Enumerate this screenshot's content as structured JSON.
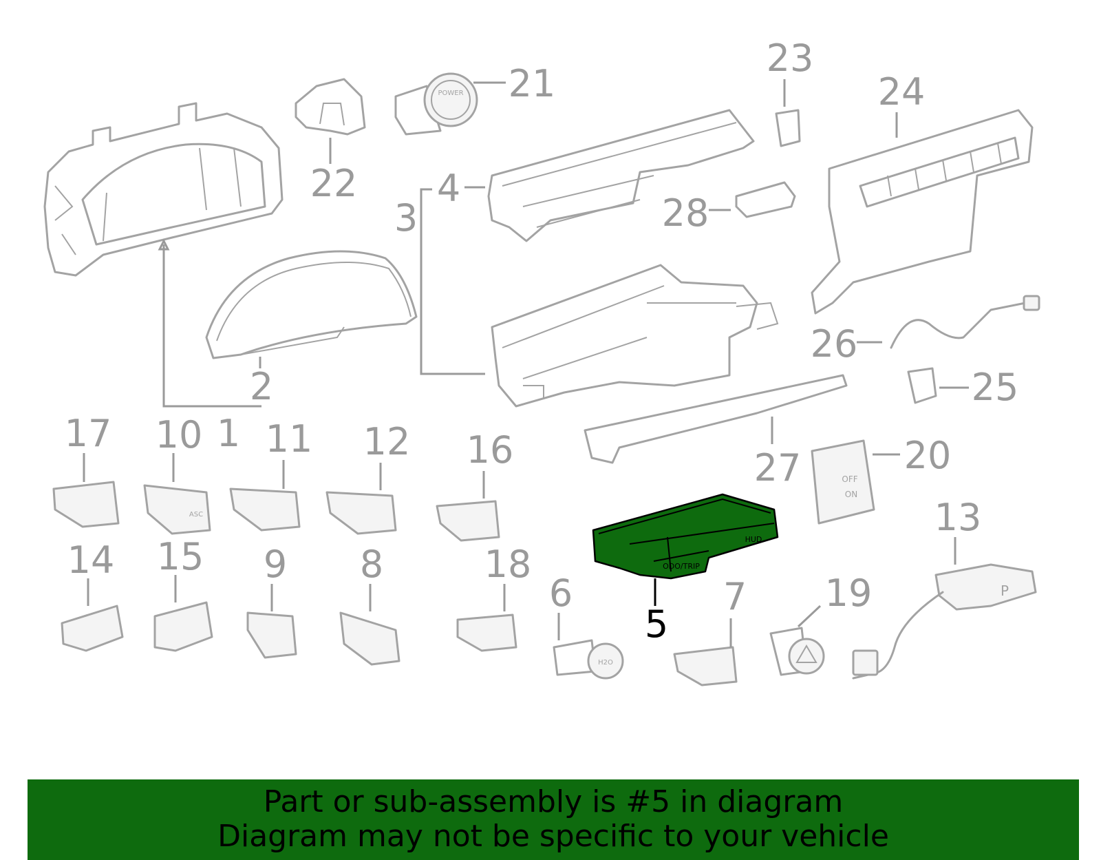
{
  "callouts": {
    "c1": "1",
    "c2": "2",
    "c3": "3",
    "c4": "4",
    "c5": "5",
    "c6": "6",
    "c7": "7",
    "c8": "8",
    "c9": "9",
    "c10": "10",
    "c11": "11",
    "c12": "12",
    "c13": "13",
    "c14": "14",
    "c15": "15",
    "c16": "16",
    "c17": "17",
    "c18": "18",
    "c19": "19",
    "c20": "20",
    "c21": "21",
    "c22": "22",
    "c23": "23",
    "c24": "24",
    "c25": "25",
    "c26": "26",
    "c27": "27",
    "c28": "28"
  },
  "highlight": {
    "part": "5",
    "color": "#0e6b0e"
  },
  "parts_text": {
    "power": "POWER",
    "asc": "ASC",
    "odo": "ODO/TRIP",
    "hud": "HUD",
    "off": "OFF",
    "on": "ON",
    "p": "P",
    "h2o": "H2O"
  },
  "footer": {
    "line1": "Part or sub-assembly is #5 in diagram",
    "line2": "Diagram may not be specific to your vehicle",
    "color": "#0e6b0e"
  }
}
